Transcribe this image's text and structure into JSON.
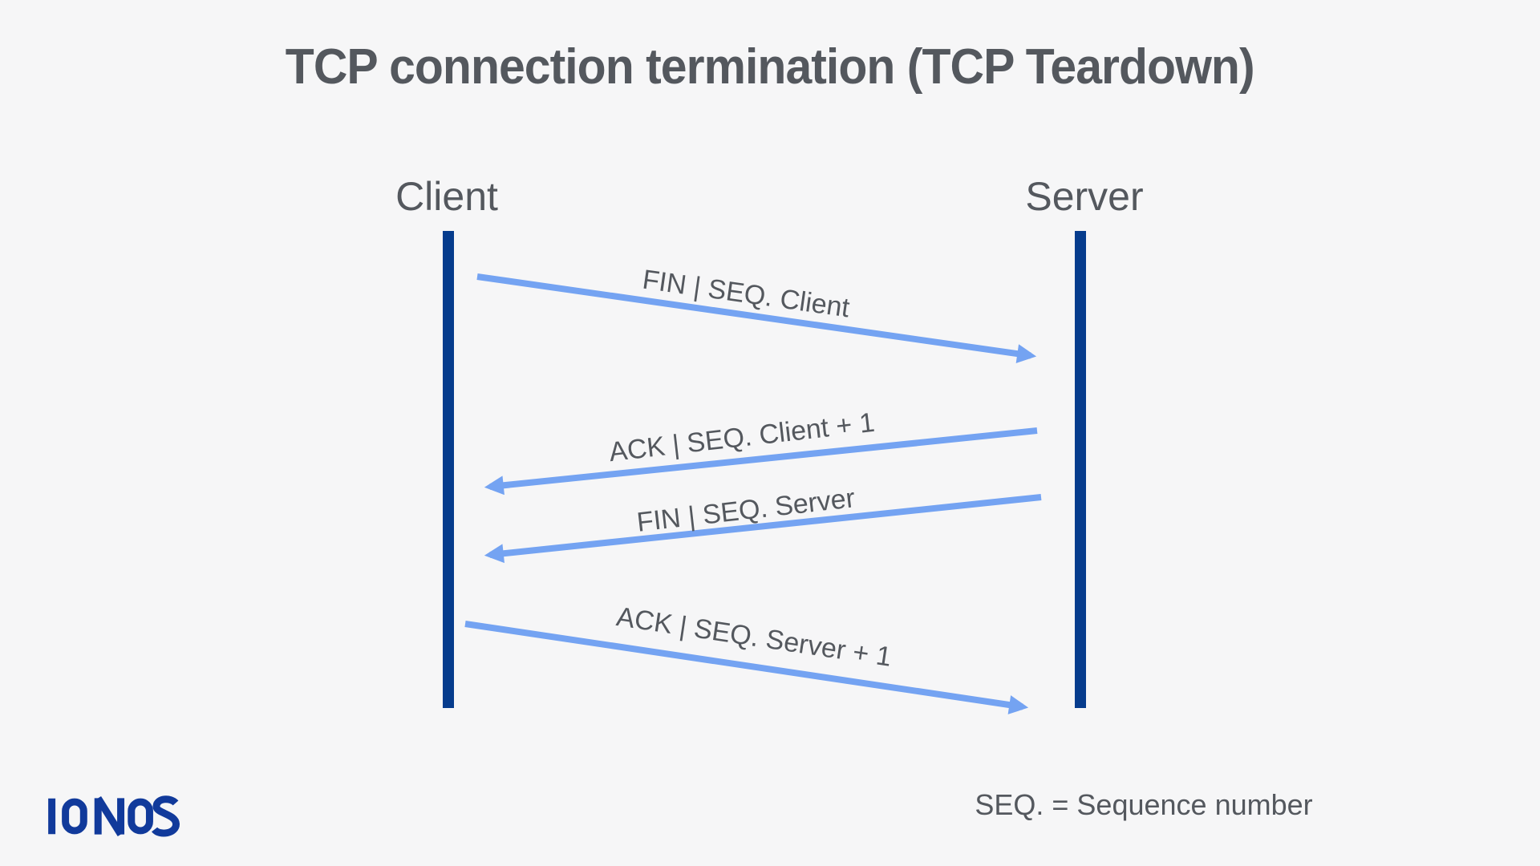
{
  "page": {
    "title": "TCP connection termination (TCP Teardown)",
    "background_color": "#f6f6f7"
  },
  "colors": {
    "title_text": "#54585e",
    "label_text": "#54585e",
    "lifeline_navy": "#063c8d",
    "arrow_blue": "#74a3f2",
    "logo_navy": "#113a9b"
  },
  "diagram": {
    "actors": [
      {
        "name": "Client"
      },
      {
        "name": "Server"
      }
    ],
    "messages": [
      {
        "label": "FIN | SEQ. Client",
        "from": "Client",
        "to": "Server"
      },
      {
        "label": "ACK | SEQ. Client + 1",
        "from": "Server",
        "to": "Client"
      },
      {
        "label": "FIN | SEQ. Server",
        "from": "Server",
        "to": "Client"
      },
      {
        "label": "ACK | SEQ. Server + 1",
        "from": "Client",
        "to": "Server"
      }
    ],
    "legend": "SEQ. = Sequence number"
  },
  "branding": {
    "logo_text": "IONOS"
  }
}
